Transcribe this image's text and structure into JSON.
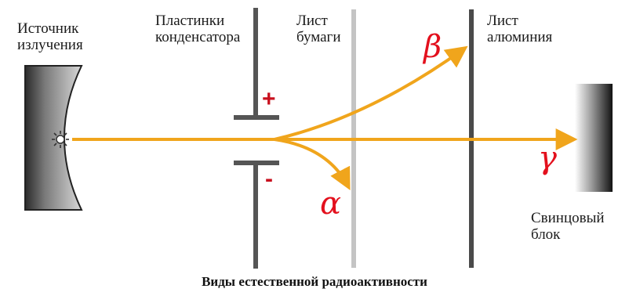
{
  "labels": {
    "source": [
      "Источник",
      "излучения"
    ],
    "plates": [
      "Пластинки",
      "конденсатора"
    ],
    "paper": [
      "Лист",
      "бумаги"
    ],
    "aluminium": [
      "Лист",
      "алюминия"
    ],
    "lead": [
      "Свинцовый",
      "блок"
    ]
  },
  "signs": {
    "plus": "+",
    "minus": "-"
  },
  "greek": {
    "alpha": "α",
    "beta": "β",
    "gamma": "γ"
  },
  "caption": "Виды естественной радиоактивности",
  "colors": {
    "beam": "#f0a51c",
    "sign_red": "#c8101e",
    "greek_red": "#e3101d",
    "plate": "#555555",
    "paper_sheet": "#c4c4c4",
    "aluminium_sheet": "#4a4a4a"
  },
  "icons": [
    "radiation-source-icon",
    "star-burst-icon"
  ]
}
